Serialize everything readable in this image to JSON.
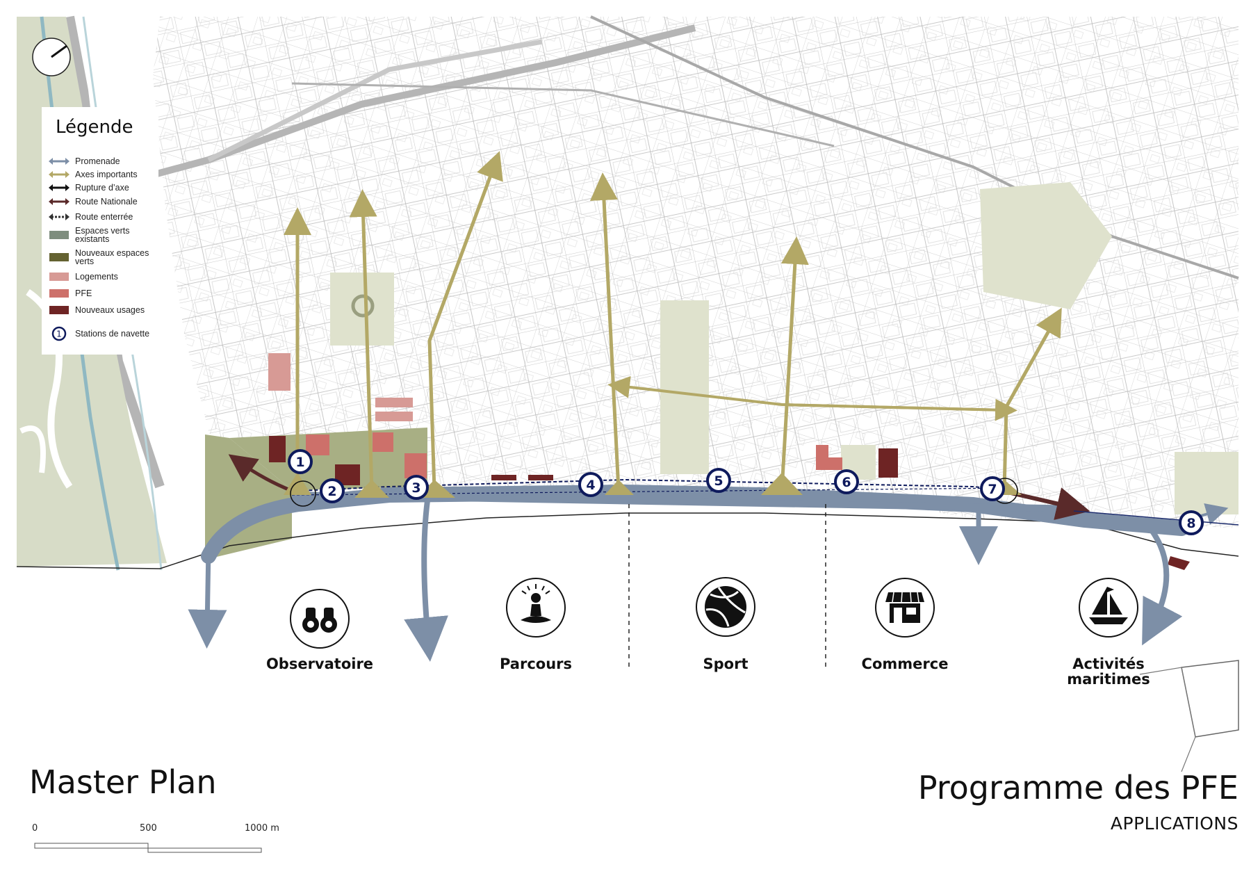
{
  "legend": {
    "title": "Légende",
    "items": [
      {
        "label": "Promenade",
        "type": "arrow",
        "color": "#7d8fa7"
      },
      {
        "label": "Axes importants",
        "type": "arrow",
        "color": "#b3a866"
      },
      {
        "label": "Rupture d’axe",
        "type": "arrow",
        "color": "#111111"
      },
      {
        "label": "Route Nationale",
        "type": "arrow",
        "color": "#5a2a2a"
      },
      {
        "label": "Route enterrée",
        "type": "dashed-arrow",
        "color": "#333333"
      },
      {
        "label": "Espaces verts existants",
        "type": "swatch",
        "color": "#7e8d7e"
      },
      {
        "label": "Nouveaux espaces verts",
        "type": "swatch",
        "color": "#646231"
      },
      {
        "label": "Logements",
        "type": "swatch",
        "color": "#d79a95"
      },
      {
        "label": "PFE",
        "type": "swatch",
        "color": "#cd706a"
      },
      {
        "label": "Nouveaux usages",
        "type": "swatch",
        "color": "#6e2424"
      },
      {
        "label": "Stations de navette",
        "type": "station",
        "symbol": "1",
        "color": "#0e1a5c"
      }
    ]
  },
  "stations": [
    "1",
    "2",
    "3",
    "4",
    "5",
    "6",
    "7",
    "8"
  ],
  "zones": [
    {
      "label": "Observatoire",
      "icon": "binoculars-icon"
    },
    {
      "label": "Parcours",
      "icon": "meditation-icon"
    },
    {
      "label": "Sport",
      "icon": "volleyball-icon"
    },
    {
      "label": "Commerce",
      "icon": "shop-icon"
    },
    {
      "label": "Activités maritimes",
      "icon": "sailboat-icon"
    }
  ],
  "title": "Master Plan",
  "program_title": "Programme des PFE",
  "program_subtitle": "APPLICATIONS",
  "scale": {
    "labels": [
      "0",
      "500",
      "1000 m"
    ]
  },
  "colors": {
    "promenade": "#7d8fa7",
    "axes": "#b3a866",
    "green_existing": "#d7dcc7",
    "green_new": "#a8af84",
    "route_nationale": "#5a2a2a",
    "station": "#0e1a5c",
    "pfe": "#cd706a",
    "logements": "#d79a95",
    "new_uses": "#6e2424"
  }
}
